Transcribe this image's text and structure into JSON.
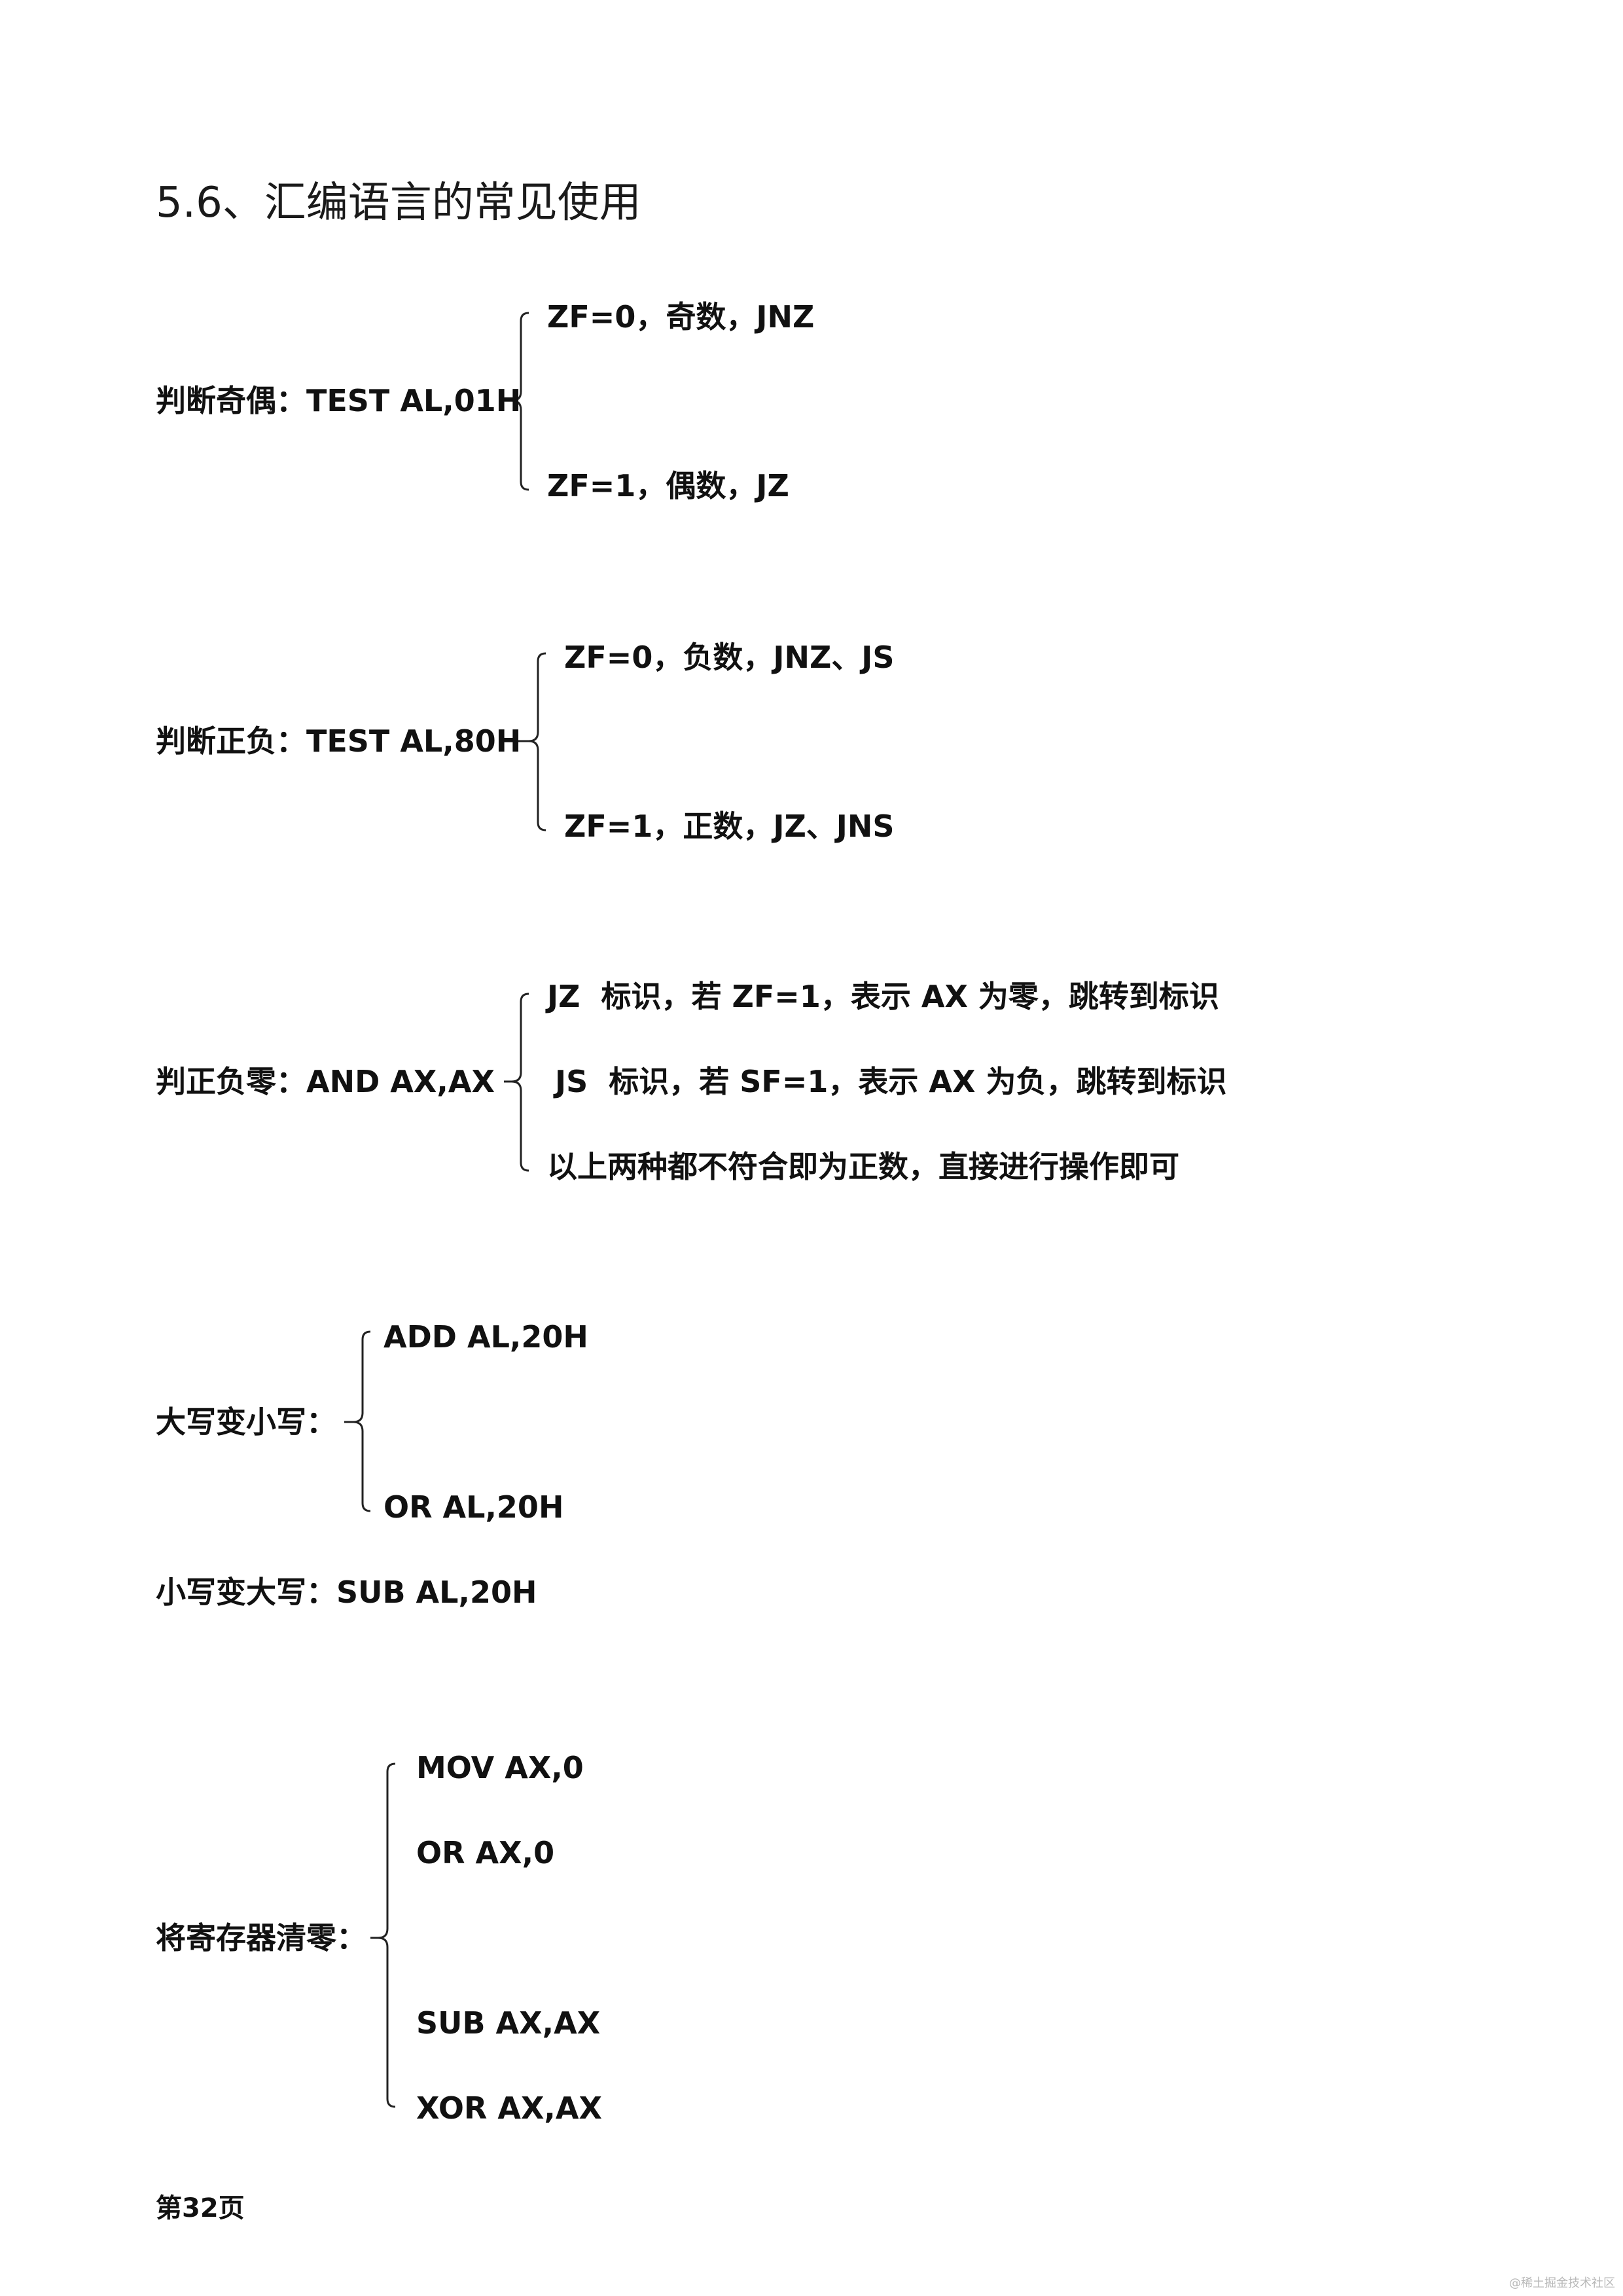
{
  "title": "5.6、汇编语言的常见使用",
  "sections": [
    {
      "label": "判断奇偶：TEST AL,01H",
      "branches": [
        "ZF=0，奇数，JNZ",
        "ZF=1，偶数，JZ"
      ]
    },
    {
      "label": "判断正负：TEST AL,80H",
      "branches": [
        "ZF=0，负数，JNZ、JS",
        "ZF=1，正数，JZ、JNS"
      ]
    },
    {
      "label": "判正负零：AND AX,AX",
      "branches": [
        "JZ  标识，若 ZF=1，表示 AX 为零，跳转到标识",
        "JS  标识，若 SF=1，表示 AX 为负，跳转到标识",
        "以上两种都不符合即为正数，直接进行操作即可"
      ]
    },
    {
      "label": "大写变小写：",
      "branches": [
        "ADD AL,20H",
        "OR AL,20H"
      ]
    },
    {
      "label": "小写变大写：SUB AL,20H",
      "branches": []
    },
    {
      "label": "将寄存器清零：",
      "branches": [
        "MOV AX,0",
        "OR AX,0",
        "SUB AX,AX",
        "XOR AX,AX"
      ]
    }
  ],
  "footer": "第32页",
  "watermark": "@稀土掘金技术社区"
}
